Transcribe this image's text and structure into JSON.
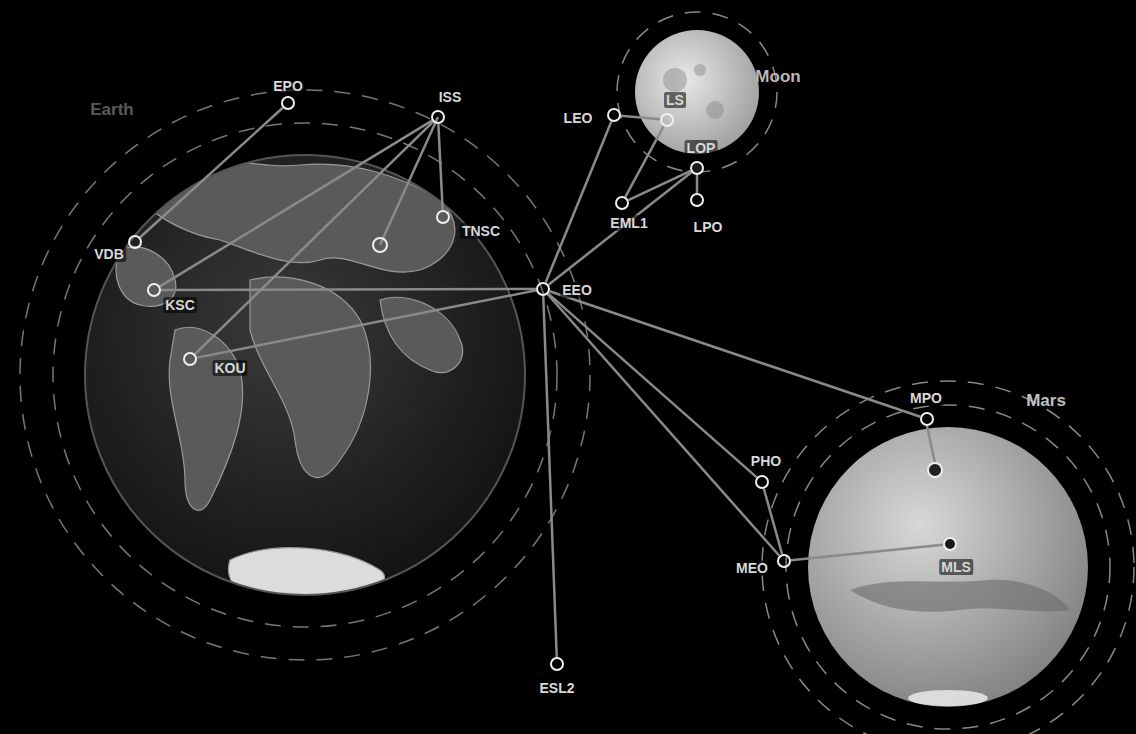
{
  "diagram": {
    "nodes": [
      {
        "text": [
          "EPO"
        ]
      },
      {
        "text": [
          "ISS"
        ]
      },
      {
        "text": [
          "VDB"
        ]
      },
      {
        "text": [
          "KSC"
        ]
      },
      {
        "text": [
          "KOU"
        ]
      },
      {
        "text": [
          "TNSC"
        ]
      },
      {
        "text": [
          "EEO"
        ]
      },
      {
        "text": [
          "ESL2"
        ]
      },
      {
        "text": [
          "LEO"
        ]
      },
      {
        "text": [
          "LS"
        ]
      },
      {
        "text": [
          "LOP"
        ]
      },
      {
        "text": [
          "EML1"
        ]
      },
      {
        "text": [
          "LPO"
        ]
      },
      {
        "text": [
          "MPO"
        ]
      },
      {
        "text": [
          "PHO"
        ]
      },
      {
        "text": [
          "MEO"
        ]
      },
      {
        "text": [
          "MLS"
        ]
      }
    ],
    "edges": [
      {
        "from": 0,
        "to": 2,
        "arrow": "none"
      },
      {
        "from": 1,
        "to": 3,
        "arrow": "none"
      },
      {
        "from": 1,
        "to": 4,
        "arrow": "none"
      },
      {
        "from": 1,
        "to": 5,
        "arrow": "none"
      },
      {
        "from": 3,
        "to": 6,
        "arrow": "none"
      },
      {
        "from": 4,
        "to": 6,
        "arrow": "none"
      },
      {
        "from": 6,
        "to": 8,
        "arrow": "none"
      },
      {
        "from": 6,
        "to": 10,
        "arrow": "none"
      },
      {
        "from": 8,
        "to": 9,
        "arrow": "none"
      },
      {
        "from": 11,
        "to": 9,
        "arrow": "none"
      },
      {
        "from": 11,
        "to": 10,
        "arrow": "none"
      },
      {
        "from": 10,
        "to": 12,
        "arrow": "none"
      },
      {
        "from": 6,
        "to": 7,
        "arrow": "none"
      },
      {
        "from": 6,
        "to": 13,
        "arrow": "none"
      },
      {
        "from": 6,
        "to": 14,
        "arrow": "none"
      },
      {
        "from": 6,
        "to": 15,
        "arrow": "none"
      },
      {
        "from": 14,
        "to": 15,
        "arrow": "none"
      },
      {
        "from": 15,
        "to": 16,
        "arrow": "none"
      }
    ],
    "labels": [
      "Earth",
      "Moon",
      "Mars"
    ]
  }
}
